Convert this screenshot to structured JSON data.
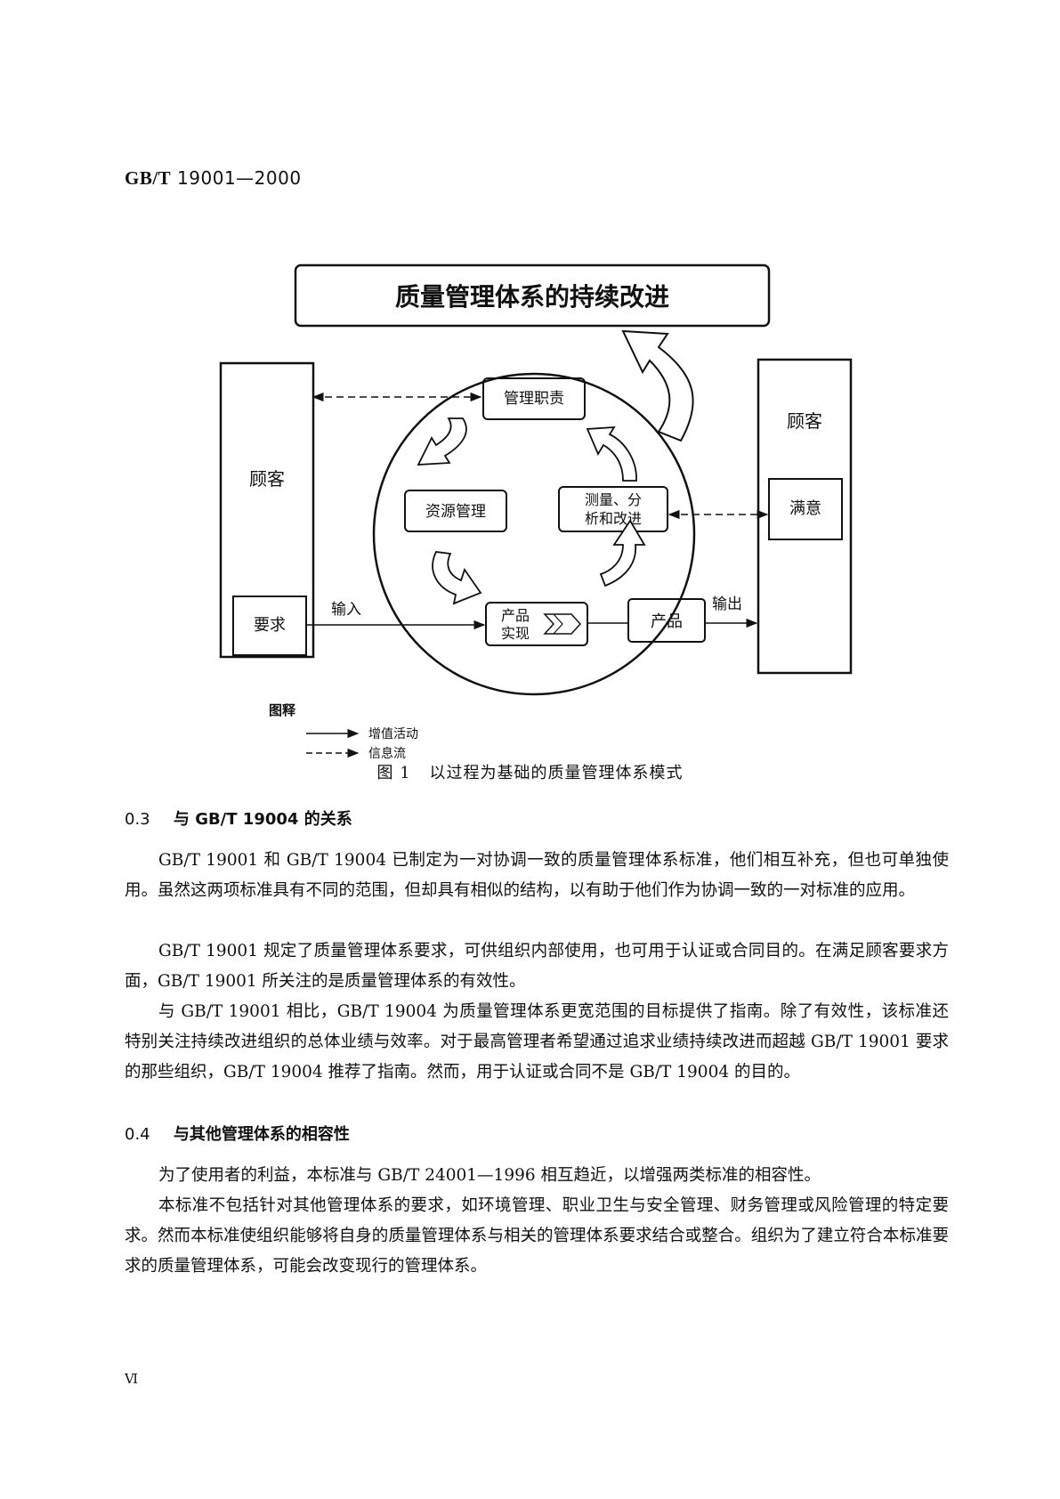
{
  "header": {
    "std_prefix": "GB/T",
    "std_number": "19001—2000"
  },
  "figure": {
    "top_banner": "质量管理体系的持续改进",
    "left_customer": "顾客",
    "requirements": "要求",
    "input_label": "输入",
    "mgmt_responsibility": "管理职责",
    "resource_mgmt": "资源管理",
    "measurement_line1": "测量、分",
    "measurement_line2": "析和改进",
    "realization_line1": "产品",
    "realization_line2": "实现",
    "product": "产品",
    "output_label": "输出",
    "right_customer": "顾客",
    "satisfaction": "满意",
    "legend_title": "图释",
    "legend_value_added": "增值活动",
    "legend_info_flow": "信息流",
    "caption_number": "图 1",
    "caption_text": "以过程为基础的质量管理体系模式"
  },
  "section_03": {
    "number": "0.3",
    "title": "与 GB/T 19004 的关系",
    "p1": "GB/T 19001 和 GB/T 19004 已制定为一对协调一致的质量管理体系标准，他们相互补充，但也可单独使用。虽然这两项标准具有不同的范围，但却具有相似的结构，以有助于他们作为协调一致的一对标准的应用。",
    "p2": "GB/T 19001 规定了质量管理体系要求，可供组织内部使用，也可用于认证或合同目的。在满足顾客要求方面，GB/T 19001 所关注的是质量管理体系的有效性。",
    "p3": "与 GB/T 19001 相比，GB/T 19004 为质量管理体系更宽范围的目标提供了指南。除了有效性，该标准还特别关注持续改进组织的总体业绩与效率。对于最高管理者希望通过追求业绩持续改进而超越 GB/T 19001 要求的那些组织，GB/T 19004 推荐了指南。然而，用于认证或合同不是 GB/T 19004 的目的。"
  },
  "section_04": {
    "number": "0.4",
    "title": "与其他管理体系的相容性",
    "p1": "为了使用者的利益，本标准与 GB/T 24001—1996 相互趋近，以增强两类标准的相容性。",
    "p2": "本标准不包括针对其他管理体系的要求，如环境管理、职业卫生与安全管理、财务管理或风险管理的特定要求。然而本标准使组织能够将自身的质量管理体系与相关的管理体系要求结合或整合。组织为了建立符合本标准要求的质量管理体系，可能会改变现行的管理体系。"
  },
  "footer": {
    "page_number": "Ⅵ"
  }
}
